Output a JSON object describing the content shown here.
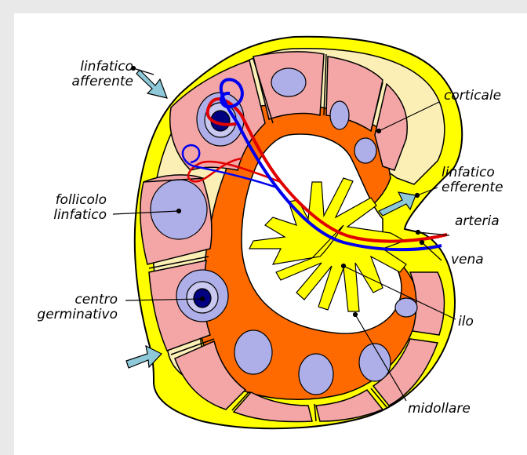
{
  "labels": {
    "linfatico_afferente": "linfatico\nafferente",
    "corticale": "corticale",
    "linfatico_efferente": "linfatico\nefferente",
    "follicolo_linfatico": "follicolo\nlinfatico",
    "arteria": "arteria",
    "vena": "vena",
    "centro_germinativo": "centro\ngerminativo",
    "ilo": "ilo",
    "midollare": "midollare"
  },
  "colors": {
    "capsule": "#ffff00",
    "cortex_pink": "#f4a6a6",
    "medulla_orange": "#ff6a00",
    "follicle_lavender": "#aeaee8",
    "germinal_center": "#000080",
    "subcapsular_cream": "#fcefb6",
    "lymph_vessel": "#8ec9d9",
    "artery": "#e00000",
    "vein": "#0000ee"
  }
}
